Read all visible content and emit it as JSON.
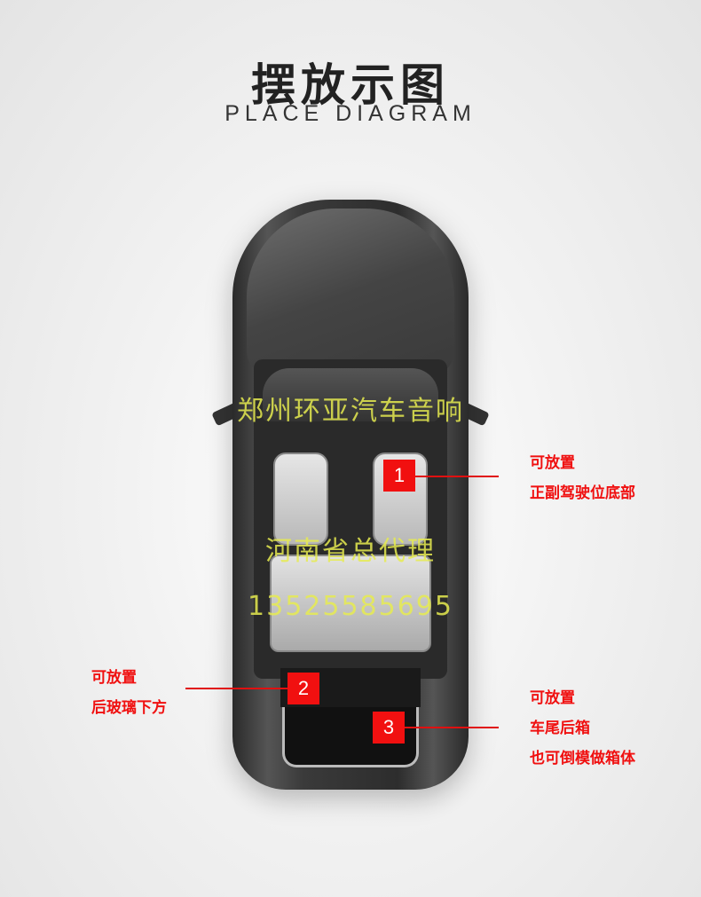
{
  "header": {
    "title": "摆放示图",
    "subtitle": "PLACE DIAGRAM"
  },
  "markers": [
    {
      "number": "1",
      "lines": [
        "可放置",
        "正副驾驶位底部"
      ]
    },
    {
      "number": "2",
      "lines": [
        "可放置",
        "后玻璃下方"
      ]
    },
    {
      "number": "3",
      "lines": [
        "可放置",
        "车尾后箱",
        "也可倒模做箱体"
      ]
    }
  ],
  "watermark": {
    "line1": "郑州环亚汽车音响",
    "line2": "河南省总代理",
    "line3": "13525585695"
  },
  "colors": {
    "accent": "#f11010"
  }
}
